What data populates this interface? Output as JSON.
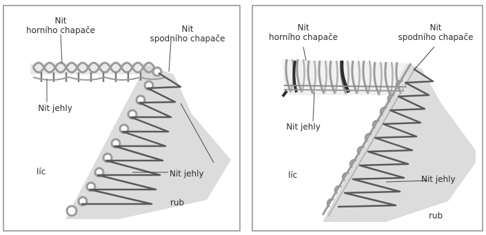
{
  "panels": [
    {
      "upper_looper_thread": [
        "Nit",
        "horního chapače"
      ],
      "lower_looper_thread": [
        "Nit",
        "spodního chapače"
      ],
      "needle_thread_top": "Nit jehly",
      "needle_thread_bottom": "Nit jehly",
      "face_side": "líc",
      "back_side": "rub"
    },
    {
      "upper_looper_thread": [
        "Nit",
        "horního chapače"
      ],
      "lower_looper_thread": [
        "Nit",
        "spodního chapače"
      ],
      "needle_thread_top": "Nit jehly",
      "needle_thread_bottom": "Nit jehly",
      "face_side": "líc",
      "back_side": "rub"
    }
  ],
  "colors": {
    "fabric_face": "#ffffff",
    "fabric_back": "#dcdcdc",
    "thread": "#9a9a9a",
    "needle_thread": "#585858",
    "frame": "#8a8a8a"
  }
}
